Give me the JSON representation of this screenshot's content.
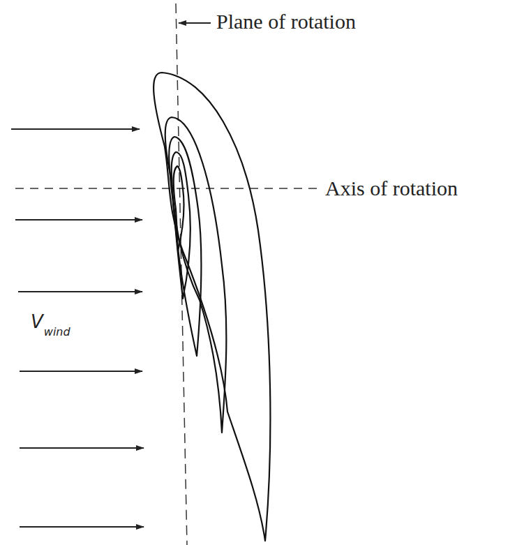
{
  "diagram": {
    "labels": [
      "Plane of rotation",
      "Axis of rotation",
      "V",
      "wind"
    ]
  }
}
